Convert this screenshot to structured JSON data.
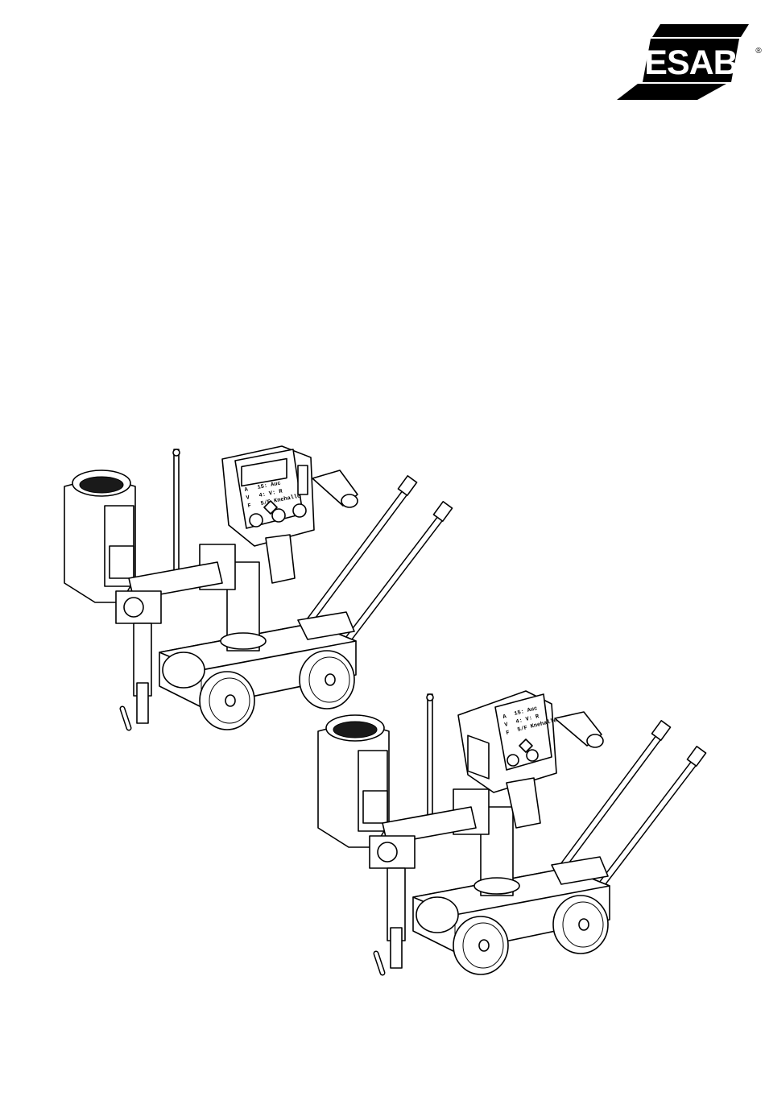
{
  "brand": {
    "name": "ESAB",
    "registered_mark": "®"
  },
  "illustration": {
    "display_lines": [
      {
        "left": "A",
        "right": "15: Auc"
      },
      {
        "left": "V",
        "right": "4: V: R"
      },
      {
        "left": "F",
        "right": "5/F Knehalle"
      }
    ]
  }
}
